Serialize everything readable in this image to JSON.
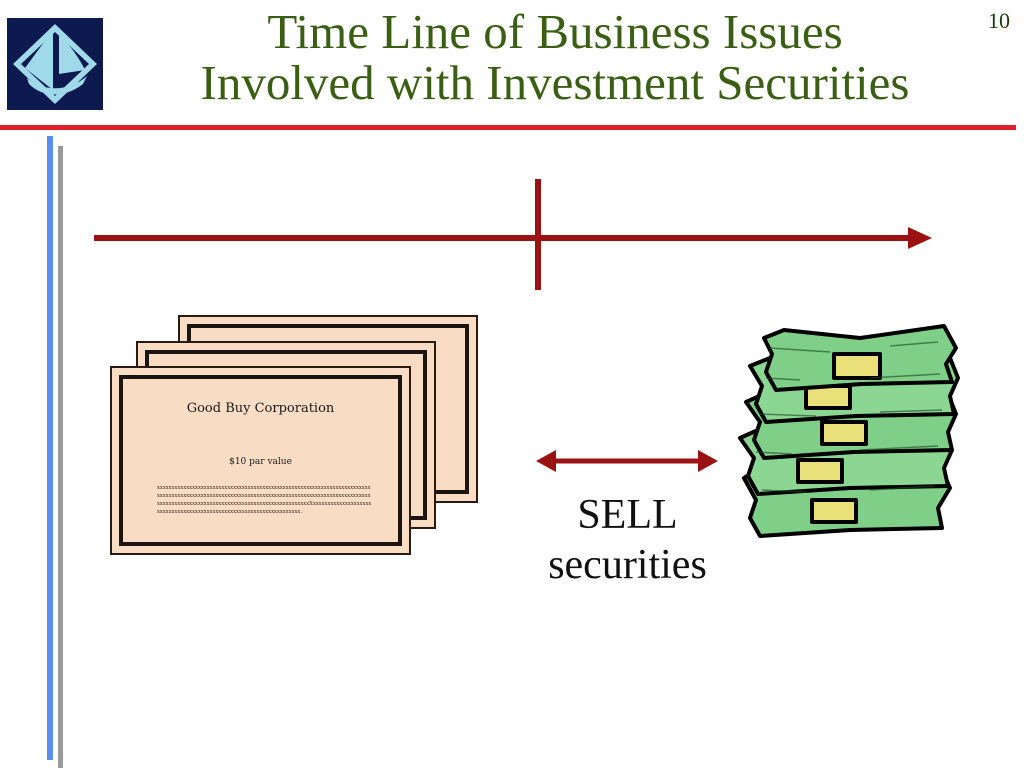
{
  "slide": {
    "title_line1": "Time Line of Business Issues",
    "title_line2": "Involved with Investment Securities",
    "page_number": "10"
  },
  "colors": {
    "title": "#3a5f14",
    "rule": "#e01e2e",
    "timeline": "#9b1212",
    "logo_bg": "#0d1a4f",
    "logo_accent": "#9fd9ea",
    "certificate_bg": "#f9dcc4",
    "money_green": "#7fcf88",
    "money_band": "#e9e07a"
  },
  "certificate": {
    "company": "Good Buy Corporation",
    "par_value": "$10  par  value",
    "fine_print": "xxxxxxxxxxxxxxxxxxxxxxxxxxxxxxxxxxxxxxxxxxxxxxxxxxxxxxxxxxxxxxxxxxxxxxxxxxxxxxxxxxxxxxxxxxxxxxxxxxxxxxxxxxxxxxxxxxxxxxxxxxxxxxxxxxxxxxxxxxxxxxxxxxxxxxxxxxxxxxxxxxxxxxxxxxxxxxxxxxxxxxxxxxxxxxxxxxxxxxXxxxxxxxxxxxxxxxxxxxxxxxxxxxxxxxxxxxxxxxxxxxxxxxxxxxxxxxxxxxxxxxxxxxxx."
  },
  "action": {
    "line1": "SELL",
    "line2": "securities"
  },
  "icons": {
    "logo": "diamond-sail-logo-icon",
    "money": "money-stack-icon",
    "double_arrow": "double-arrow-icon"
  }
}
